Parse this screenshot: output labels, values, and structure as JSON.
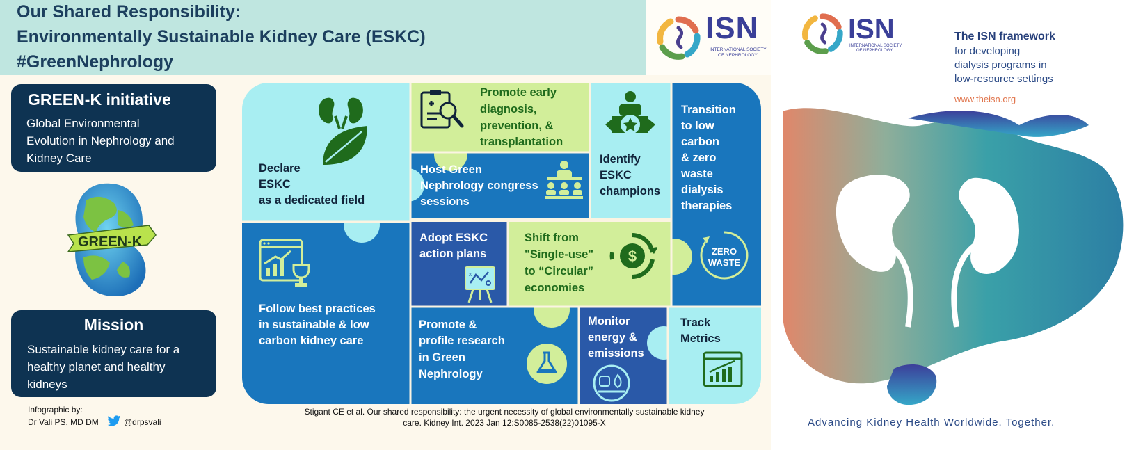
{
  "header": {
    "line1": "Our Shared Responsibility:",
    "line2": "Environmentally Sustainable Kidney Care (ESKC)",
    "line3": "#GreenNephrology"
  },
  "logo": {
    "name": "ISN",
    "sub1": "INTERNATIONAL SOCIETY",
    "sub2": "OF NEPHROLOGY"
  },
  "greenk_box": {
    "title": "GREEN-K initiative",
    "line1": "Global Environmental",
    "line2": "Evolution in Nephrology and",
    "line3": "Kidney Care"
  },
  "greenk_badge": {
    "label": "GREEN-K"
  },
  "mission_box": {
    "title": "Mission",
    "line1": "Sustainable kidney care for a",
    "line2": "healthy planet and healthy",
    "line3": "kidneys"
  },
  "tiles": {
    "declare": {
      "l1": "Declare",
      "l2": "ESKC",
      "l3": "as a dedicated field"
    },
    "promote_early": {
      "l1": "Promote early",
      "l2": "diagnosis,",
      "l3": "prevention, &",
      "l4": "transplantation"
    },
    "identify": {
      "l1": "Identify",
      "l2": "ESKC",
      "l3": "champions"
    },
    "transition": {
      "l1": "Transition",
      "l2": "to low",
      "l3": "carbon",
      "l4": "& zero",
      "l5": "waste",
      "l6": "dialysis",
      "l7": "therapies"
    },
    "host": {
      "l1": "Host Green",
      "l2": "Nephrology congress",
      "l3": "sessions"
    },
    "follow": {
      "l1": "Follow best practices",
      "l2": "in sustainable & low",
      "l3": "carbon kidney care"
    },
    "adopt": {
      "l1": "Adopt ESKC",
      "l2": "action plans"
    },
    "shift": {
      "l1": "Shift from",
      "l2": "\"Single-use\"",
      "l3": "to  “Circular”",
      "l4": "economies"
    },
    "zero_waste": {
      "l1": "ZERO",
      "l2": "WASTE"
    },
    "promote_research": {
      "l1": "Promote &",
      "l2": "profile research",
      "l3": "in Green",
      "l4": "Nephrology"
    },
    "monitor": {
      "l1": "Monitor",
      "l2": "energy &",
      "l3": "emissions"
    },
    "track": {
      "l1": "Track",
      "l2": "Metrics"
    }
  },
  "credits": {
    "label": "Infographic by:",
    "author": "Dr Vali PS, MD DM",
    "handle": "@drpsvali"
  },
  "citation": {
    "line1": "Stigant CE et al. Our shared responsibility: the urgent necessity of global environmentally sustainable kidney",
    "line2": "care. Kidney Int. 2023 Jan 12:S0085-2538(22)01095-X"
  },
  "poster": {
    "title": "The ISN framework",
    "line2": "for developing",
    "line3": "dialysis programs in",
    "line4": "low-resource settings",
    "url": "www.theisn.org",
    "tagline": "Advancing Kidney Health Worldwide. Together."
  },
  "colors": {
    "navy": "#0e3352",
    "light_cyan": "#a8eef2",
    "medium_blue": "#1976bd",
    "dark_blue": "#2a59a8",
    "light_green": "#d2ee9a",
    "dark_green": "#1f6b1c",
    "header_teal": "#bfe6e0"
  }
}
